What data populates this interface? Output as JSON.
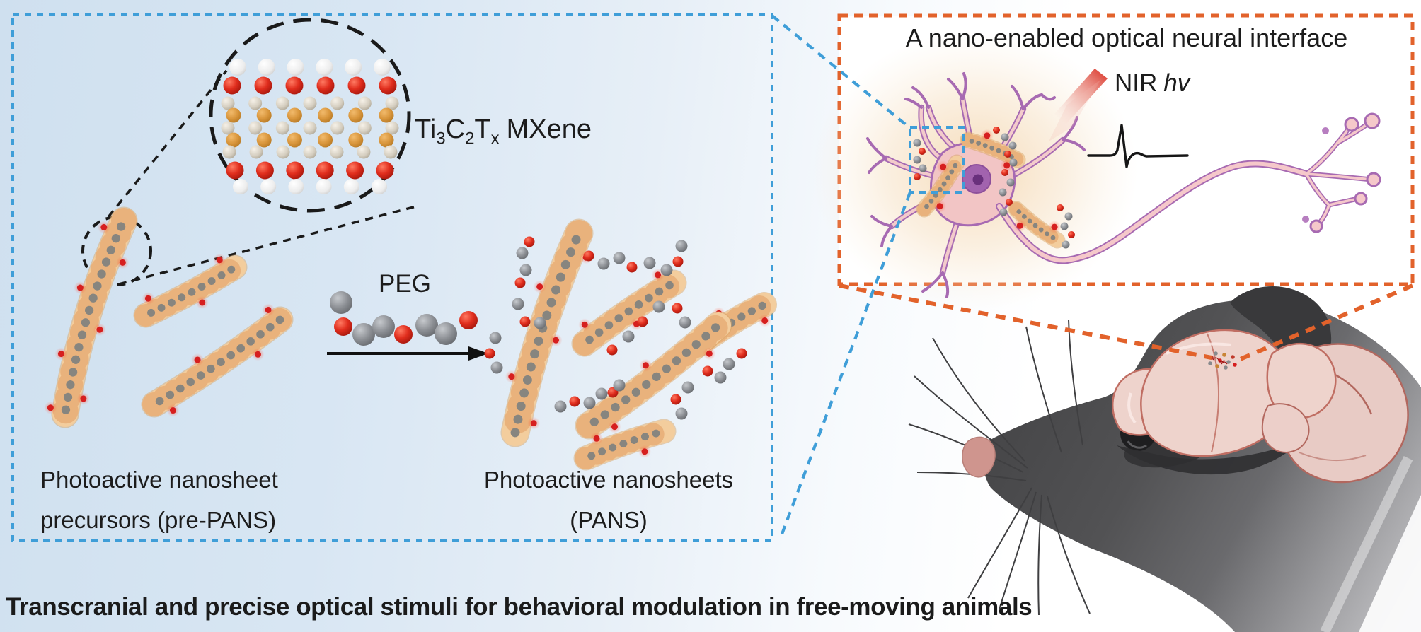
{
  "figure": {
    "left_panel": {
      "mxene_label": {
        "f1": "Ti",
        "s1": "3",
        "f2": "C",
        "s2": "2",
        "f3": "T",
        "s3": "x",
        "tail": "MXene"
      },
      "peg_label": "PEG",
      "precursor_caption": {
        "line1": "Photoactive nanosheet",
        "line2": "precursors (pre-PANS)"
      },
      "product_caption": {
        "line1": "Photoactive nanosheets",
        "line2": "(PANS)"
      }
    },
    "right_panel": {
      "title": "A nano-enabled optical neural interface",
      "nir_label": {
        "prefix": "NIR",
        "symbol": "hv"
      }
    },
    "caption": "Transcranial and precise optical stimuli for behavioral modulation in free-moving animals",
    "colors": {
      "panel_border_blue": "#3F9ED8",
      "panel_border_orange": "#E2622B",
      "background_blue": "#D7E5F3",
      "nanosheet_tan": "#F3CD9D",
      "anchor_red": "#D61F1F",
      "peg_gray": "#84878C",
      "mxene_gold": "#D8953B",
      "neuron_pink": "#F2C5C5",
      "neuron_purple": "#A76AB2",
      "mouse_gray": "#4C4C4E",
      "brain_pink": "#EED3CC"
    }
  }
}
